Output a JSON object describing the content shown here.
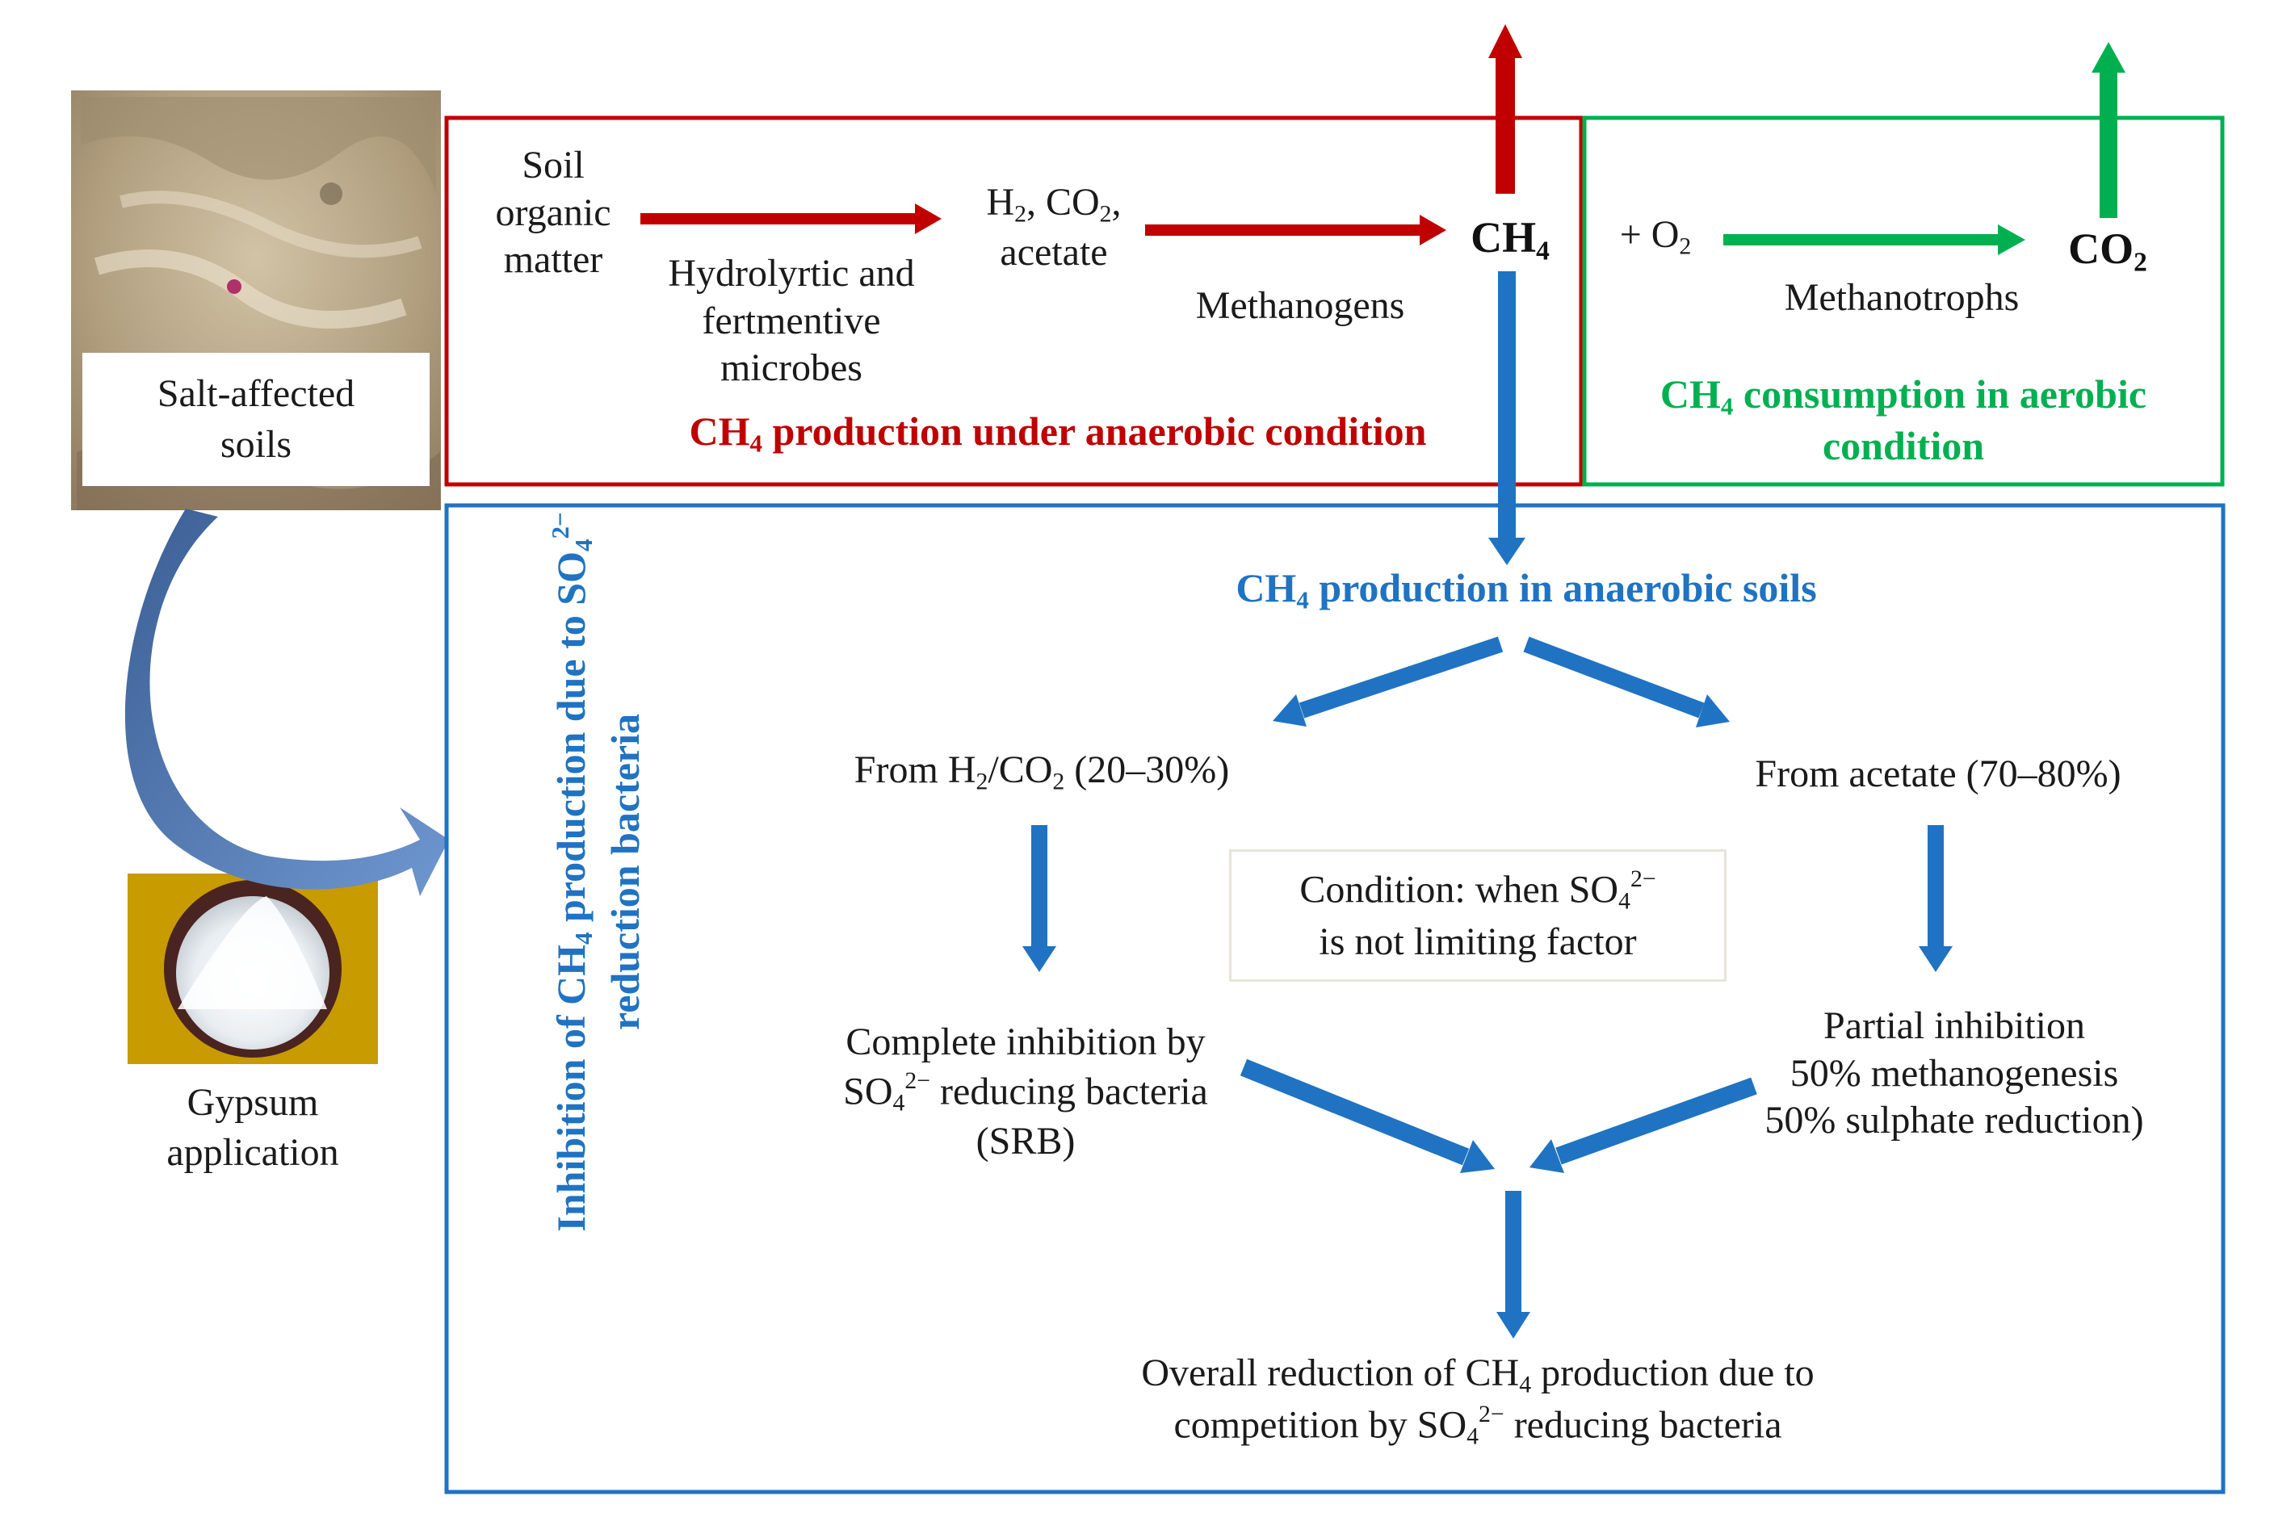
{
  "photos": {
    "soil": {
      "label_line1": "Salt-affected",
      "label_line2": "soils"
    },
    "gypsum": {
      "label_line1": "Gypsum",
      "label_line2": "application"
    }
  },
  "anaerobic_box": {
    "soil_om": [
      "Soil",
      "organic",
      "matter"
    ],
    "microbes": [
      "Hydrolyrtic and",
      "fertmentive",
      "microbes"
    ],
    "intermediates": {
      "h2": "H",
      "co2": "CO",
      "acetate": "acetate"
    },
    "methanogens": "Methanogens",
    "ch4": "CH",
    "caption": {
      "pre": "CH",
      "post": " production under anaerobic condition"
    }
  },
  "aerobic_box": {
    "o2": "+ O",
    "co2": "CO",
    "methanotrophs": "Methanotrophs",
    "caption": {
      "line1_pre": "CH",
      "line1_post": " consumption in aerobic",
      "line2": "condition"
    }
  },
  "main_box": {
    "heading": {
      "pre": "CH",
      "post": " production in  anaerobic soils"
    },
    "side_label": {
      "line1_pre": "Inhibition of CH",
      "line1_mid": " production due to SO",
      "line2": "reduction bacteria"
    },
    "h2_branch": {
      "pre": "From H",
      "mid": "/CO",
      "post": " (20–30%)"
    },
    "acetate_branch": "From acetate (70–80%)",
    "condition": {
      "line1_pre": "Condition: when SO",
      "line2": "is not limiting factor"
    },
    "complete": {
      "line1": "Complete inhibition by",
      "line2_pre": "SO",
      "line2_post": " reducing bacteria",
      "line3": "(SRB)"
    },
    "partial": {
      "line1": "Partial inhibition",
      "line2": "50% methanogenesis",
      "line3": "50% sulphate reduction)"
    },
    "overall": {
      "line1_pre": "Overall reduction of CH",
      "line1_post": " production due to",
      "line2_pre": "competition by SO",
      "line2_post": " reducing bacteria"
    }
  },
  "chem": {
    "sub2": "2",
    "sub4": "4",
    "sulfate_charge": "2−"
  },
  "colors": {
    "red": "#c00000",
    "green": "#00b050",
    "blue": "#1f73c2",
    "gypsum_bg": "#c89b00"
  }
}
